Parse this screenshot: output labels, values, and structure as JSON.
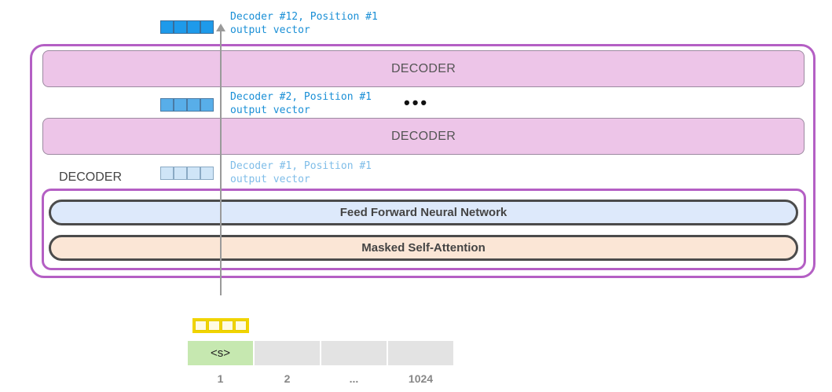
{
  "decoder_stack": {
    "top_decoder_label": "DECODER",
    "middle_decoder_label": "DECODER",
    "side_label": "DECODER",
    "ellipsis": "•••",
    "layers": {
      "ffnn_label": "Feed Forward Neural Network",
      "attention_label": "Masked Self-Attention"
    }
  },
  "outputs": [
    {
      "line1": "Decoder #12, Position #1",
      "line2": "output vector"
    },
    {
      "line1": "Decoder #2, Position #1",
      "line2": "output vector"
    },
    {
      "line1": "Decoder #1, Position #1",
      "line2": "output vector"
    }
  ],
  "input": {
    "slots": [
      {
        "token": "<s>",
        "position": "1"
      },
      {
        "token": "",
        "position": "2"
      },
      {
        "token": "",
        "position": "..."
      },
      {
        "token": "",
        "position": "1024"
      }
    ]
  },
  "colors": {
    "frame": "#b45fc4",
    "decoder_fill": "#edc5e8",
    "ffnn_fill": "#dde9fb",
    "attention_fill": "#fbe6d6",
    "active_slot": "#c6e8b0",
    "input_vector": "#f1d400"
  }
}
